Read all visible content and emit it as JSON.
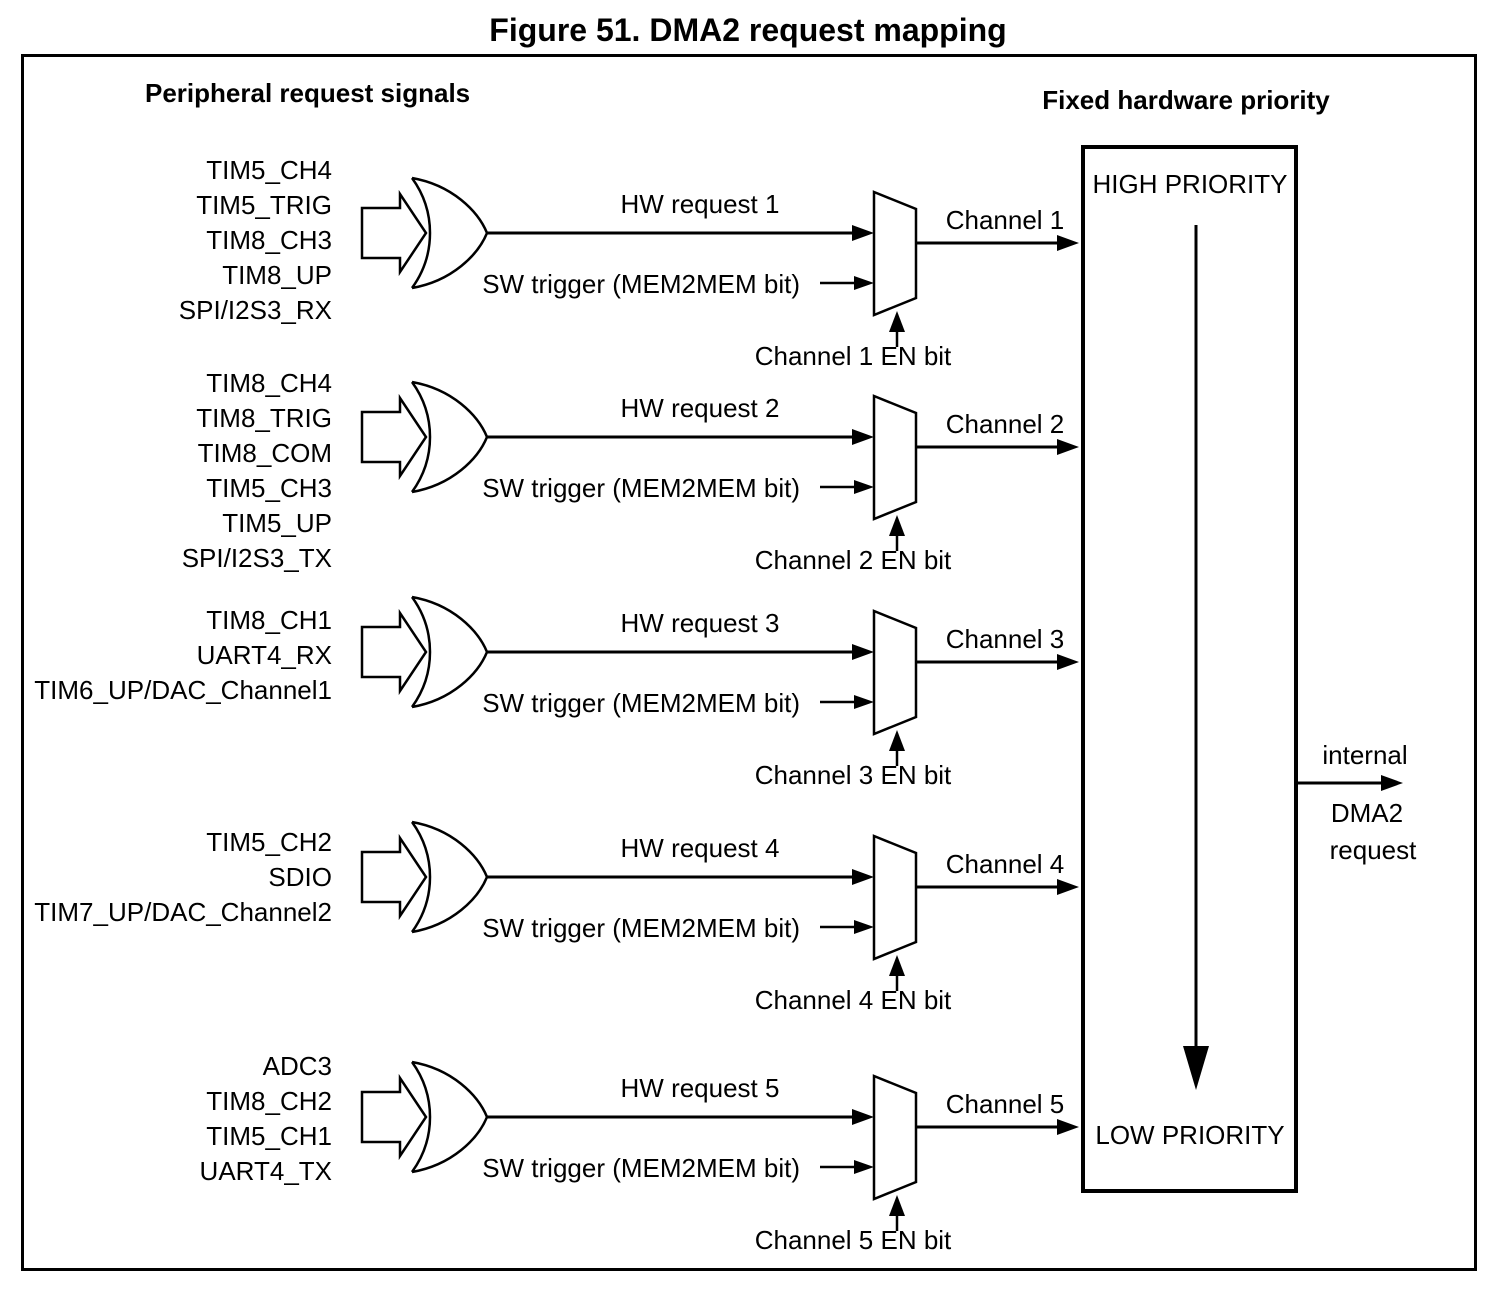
{
  "title": "Figure 51. DMA2 request mapping",
  "left_header": "Peripheral request signals",
  "right_header": "Fixed hardware priority",
  "priority_box": {
    "high_label": "HIGH PRIORITY",
    "low_label": "LOW PRIORITY"
  },
  "output_label": {
    "line1": "internal",
    "line2": "DMA2",
    "line3": "request"
  },
  "rows": [
    {
      "signals": [
        "TIM5_CH4",
        "TIM5_TRIG",
        "TIM8_CH3",
        "TIM8_UP",
        "SPI/I2S3_RX"
      ],
      "hw_request": "HW request 1",
      "sw_trigger": "SW trigger (MEM2MEM bit)",
      "channel": "Channel 1",
      "en_bit": "Channel 1 EN bit"
    },
    {
      "signals": [
        "TIM8_CH4",
        "TIM8_TRIG",
        "TIM8_COM",
        "TIM5_CH3",
        "TIM5_UP",
        "SPI/I2S3_TX"
      ],
      "hw_request": "HW request 2",
      "sw_trigger": "SW trigger (MEM2MEM bit)",
      "channel": "Channel 2",
      "en_bit": "Channel 2 EN bit"
    },
    {
      "signals": [
        "TIM8_CH1",
        "UART4_RX",
        "TIM6_UP/DAC_Channel1"
      ],
      "hw_request": "HW request 3",
      "sw_trigger": "SW trigger (MEM2MEM bit)",
      "channel": "Channel 3",
      "en_bit": "Channel 3 EN bit"
    },
    {
      "signals": [
        "TIM5_CH2",
        "SDIO",
        "TIM7_UP/DAC_Channel2"
      ],
      "hw_request": "HW request 4",
      "sw_trigger": "SW trigger (MEM2MEM bit)",
      "channel": "Channel 4",
      "en_bit": "Channel 4 EN bit"
    },
    {
      "signals": [
        "ADC3",
        "TIM8_CH2",
        "TIM5_CH1",
        "UART4_TX"
      ],
      "hw_request": "HW request 5",
      "sw_trigger": "SW trigger (MEM2MEM bit)",
      "channel": "Channel 5",
      "en_bit": "Channel 5 EN bit"
    }
  ],
  "colors": {
    "ink": "#000000",
    "background": "#ffffff"
  }
}
